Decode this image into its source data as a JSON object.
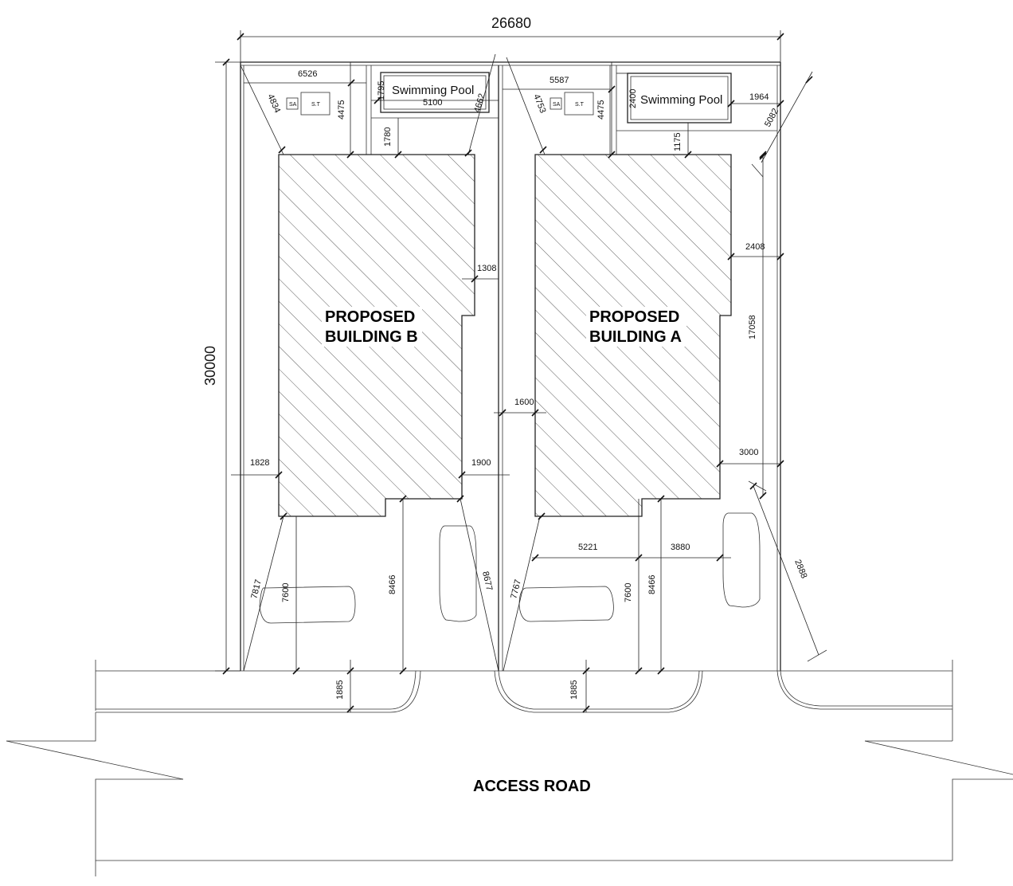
{
  "overall": {
    "width": "26680",
    "depth": "30000"
  },
  "buildings": {
    "b": {
      "line1": "PROPOSED",
      "line2": "BUILDING B"
    },
    "a": {
      "line1": "PROPOSED",
      "line2": "BUILDING A"
    }
  },
  "pools": {
    "b": "Swimming Pool",
    "a": "Swimming Pool"
  },
  "tanks": {
    "sa": "SA",
    "st": "S.T"
  },
  "road": "ACCESS ROAD",
  "dims": {
    "d6526": "6526",
    "d4834": "4834",
    "d4475b": "4475",
    "d1795": "1795",
    "d5100": "5100",
    "d4662": "4662",
    "d1780": "1780",
    "d1308": "1308",
    "d1828": "1828",
    "d1900": "1900",
    "d7817": "7817",
    "d7600b": "7600",
    "d8466b": "8466",
    "d8677": "8677",
    "d1885b": "1885",
    "d5587": "5587",
    "d4753": "4753",
    "d4475a": "4475",
    "d2400": "2400",
    "d1175": "1175",
    "d1964": "1964",
    "d5082": "5082",
    "d2408": "2408",
    "d17058": "17058",
    "d1600": "1600",
    "d3000": "3000",
    "d5221": "5221",
    "d3880": "3880",
    "d7767": "7767",
    "d7600a": "7600",
    "d8466a": "8466",
    "d2888": "2888",
    "d1885a": "1885"
  }
}
